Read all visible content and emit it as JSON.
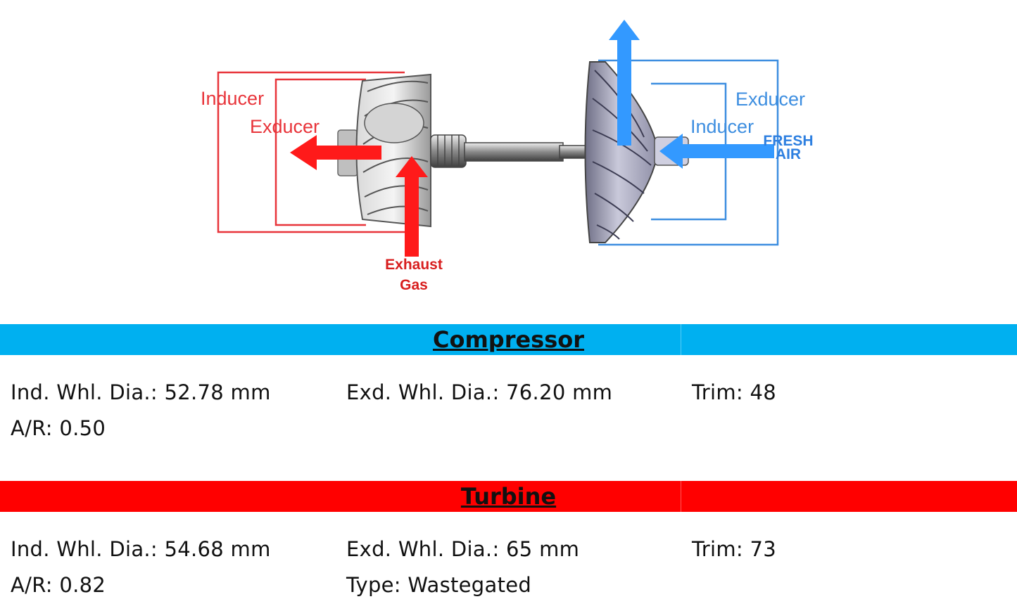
{
  "diagram": {
    "turbine_inducer_label": "Inducer",
    "turbine_exducer_label": "Exducer",
    "exhaust_label_line1": "Exhaust",
    "exhaust_label_line2": "Gas",
    "compressor_exducer_label": "Exducer",
    "compressor_inducer_label": "Inducer",
    "fresh_label_line1": "FRESH",
    "fresh_label_line2": "AIR",
    "colors": {
      "turbine": "#e8343a",
      "compressor": "#3d8ee0",
      "arrow_red": "#ff1a1a",
      "arrow_blue": "#3399ff"
    }
  },
  "compressor": {
    "title": "Compressor",
    "band_color": "#00b0f0",
    "ind_whl_dia": "Ind. Whl. Dia.: 52.78 mm",
    "exd_whl_dia": "Exd. Whl. Dia.: 76.20 mm",
    "trim": "Trim: 48",
    "ar": "A/R: 0.50"
  },
  "turbine": {
    "title": "Turbine",
    "band_color": "#ff0000",
    "ind_whl_dia": "Ind. Whl. Dia.: 54.68 mm",
    "exd_whl_dia": "Exd. Whl. Dia.: 65 mm",
    "trim": "Trim: 73",
    "ar": "A/R: 0.82",
    "type": "Type: Wastegated"
  }
}
